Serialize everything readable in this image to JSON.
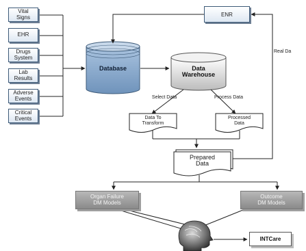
{
  "data_sources": [
    {
      "label": "Vital\nSigns"
    },
    {
      "label": "EHR"
    },
    {
      "label": "Drugs\nSystem"
    },
    {
      "label": "Lab\nResults"
    },
    {
      "label": "Adverse\nEvents"
    },
    {
      "label": "Critical\nEvents"
    }
  ],
  "database": {
    "label": "Database"
  },
  "data_warehouse": {
    "label": "Data\nWarehouse"
  },
  "enr": {
    "label": "ENR"
  },
  "real_data": {
    "label": "Real Da"
  },
  "select_data": {
    "label": "Select Data"
  },
  "process_data": {
    "label": "Process Data"
  },
  "data_to_transform": {
    "label": "Data To\nTransform"
  },
  "processed_data": {
    "label": "Processed\nData"
  },
  "prepared_data": {
    "label": "Prepared\nData"
  },
  "organ_failure": {
    "label": "Organ Failure\nDM Models"
  },
  "outcome": {
    "label": "Outcome\nDM Models"
  },
  "intcare": {
    "label": "INTCare"
  },
  "colors": {
    "database_blue": "#8fb0d3",
    "warehouse_gray": "#c8c8c8",
    "source_border": "#3d5a78",
    "model_gray": "#a3a3a3",
    "line": "#222222"
  },
  "icons": {
    "brain_head": "head-profile-icon"
  }
}
